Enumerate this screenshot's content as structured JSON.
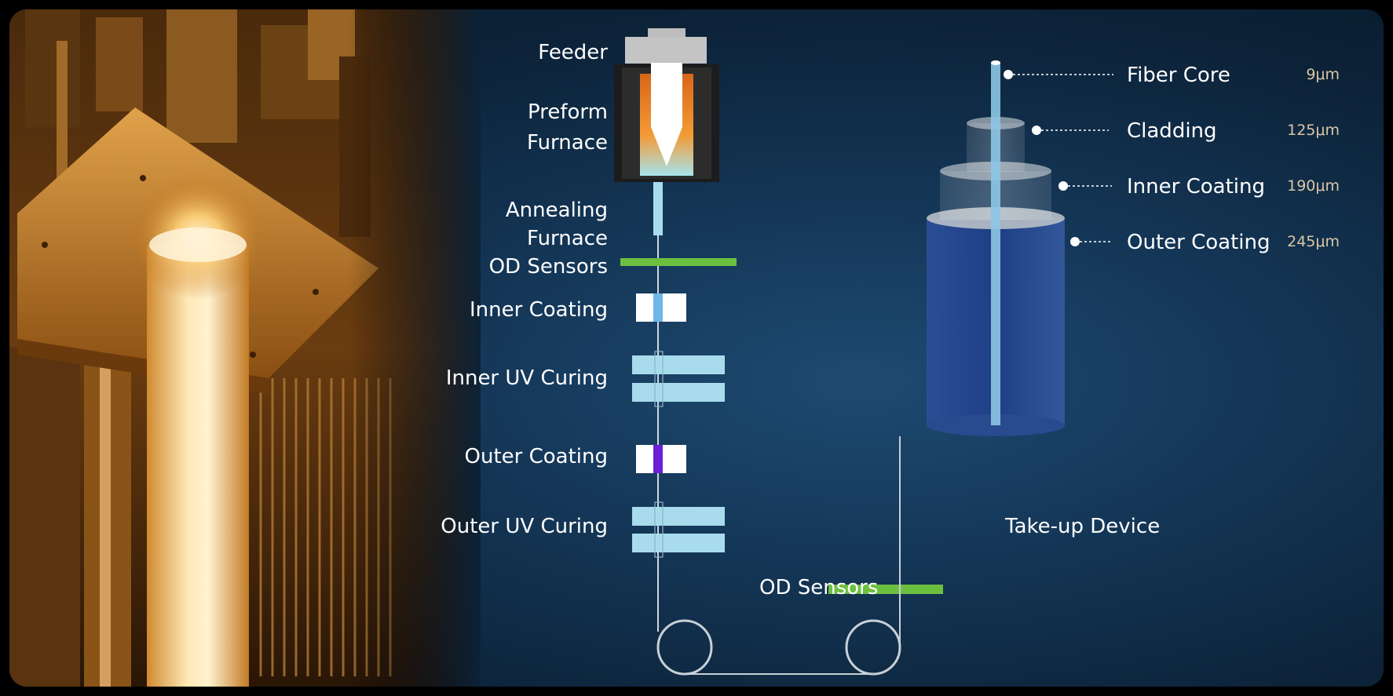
{
  "process_labels": {
    "feeder": "Feeder",
    "preform_furnace_1": "Preform",
    "preform_furnace_2": "Furnace",
    "annealing_1": "Annealing",
    "annealing_2": "Furnace",
    "od_sensors_top": "OD Sensors",
    "inner_coating": "Inner Coating",
    "inner_uv": "Inner UV Curing",
    "outer_coating": "Outer Coating",
    "outer_uv": "Outer UV Curing",
    "od_sensors_bottom": "OD Sensors",
    "take_up": "Take-up Device"
  },
  "fiber_layers": [
    {
      "name": "Fiber Core",
      "size": "9μm"
    },
    {
      "name": "Cladding",
      "size": "125μm"
    },
    {
      "name": "Inner Coating",
      "size": "190μm"
    },
    {
      "name": "Outer Coating",
      "size": "245μm"
    }
  ],
  "colors": {
    "sensor_green": "#6cc040",
    "uv_light_blue": "#a8dcec",
    "inner_coating_blue": "#6fb6e8",
    "outer_coating_purple": "#6a1fd6",
    "furnace_orange": "#e2731c"
  }
}
